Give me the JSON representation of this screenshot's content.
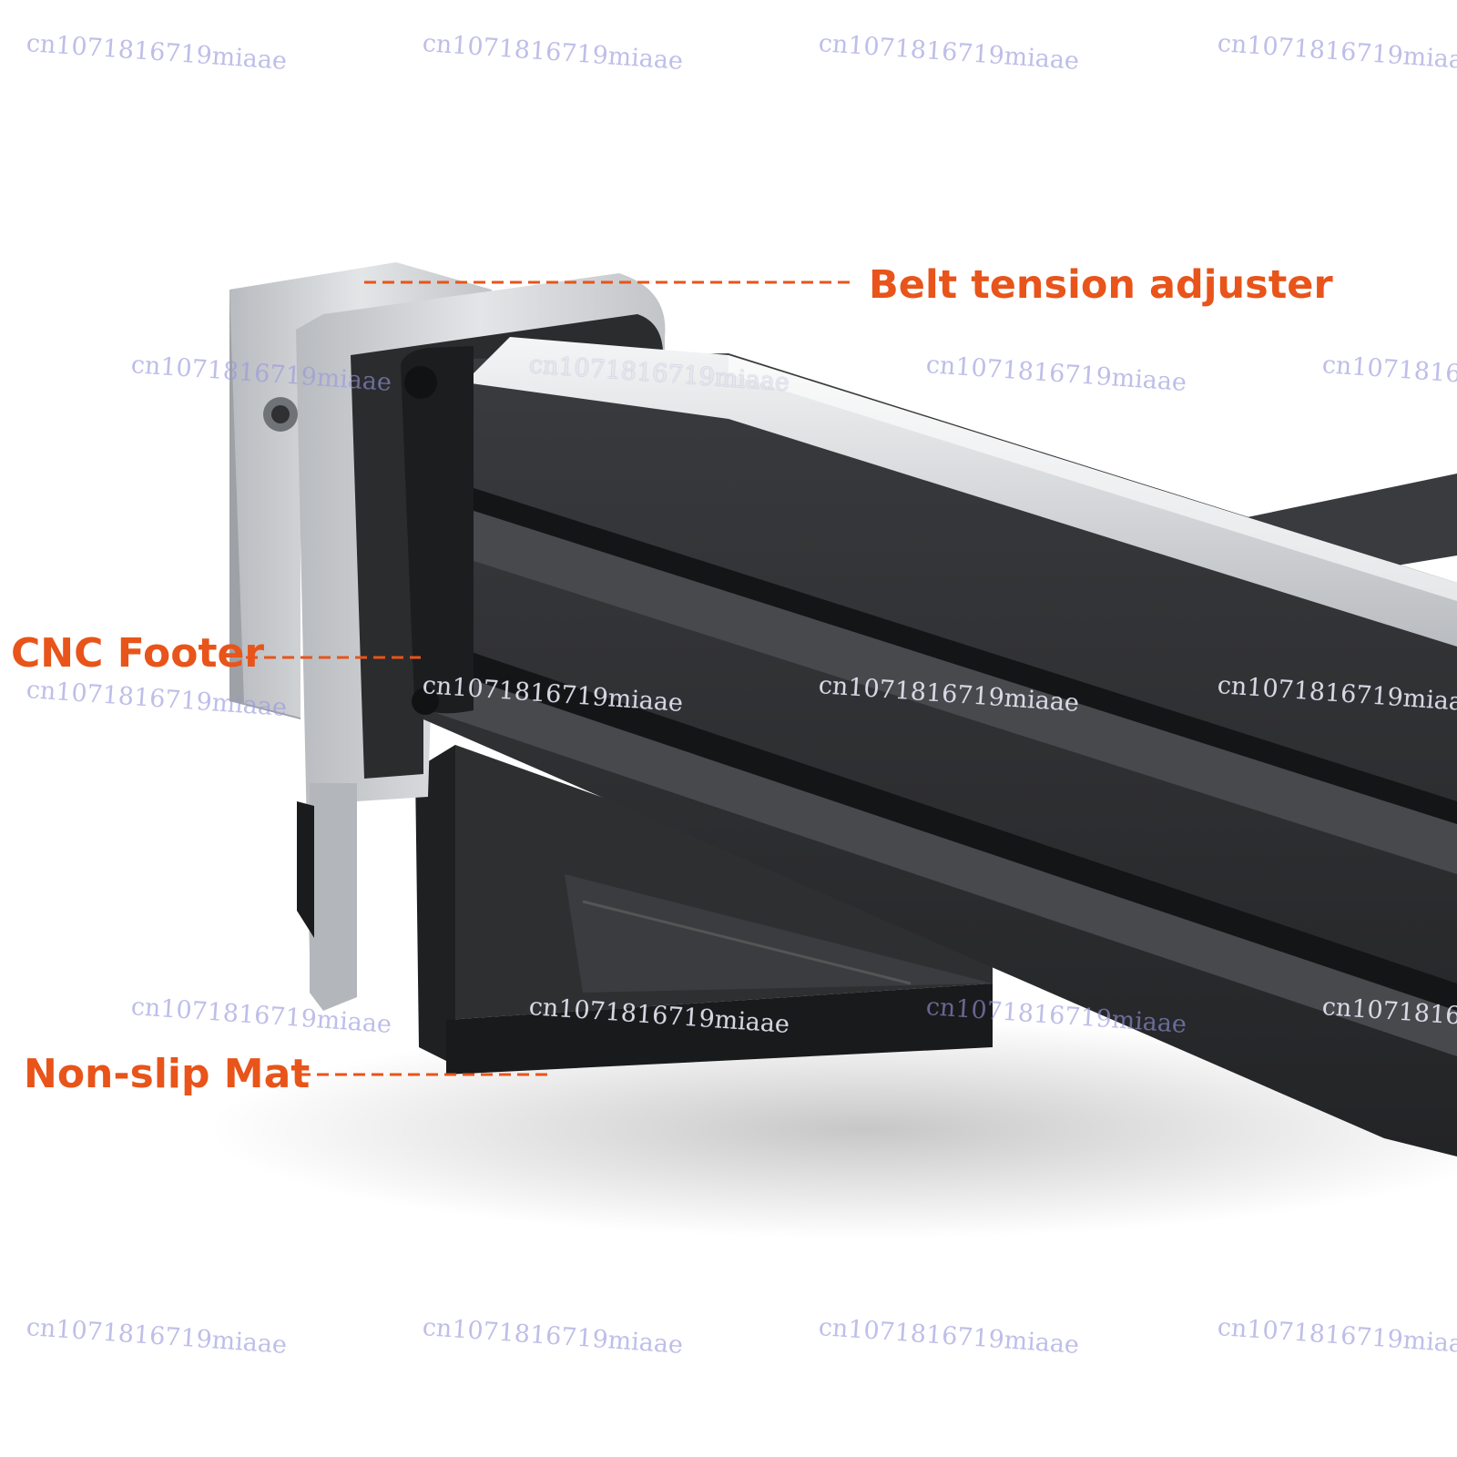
{
  "callouts": {
    "belt_tension_adjuster": "Belt tension adjuster",
    "cnc_footer": "CNC Footer",
    "non_slip_mat": "Non-slip Mat"
  },
  "watermark": {
    "full": "cn1071816719miaae",
    "truncated": "cn10718167",
    "truncated_alt": "cn10718167l"
  },
  "colors": {
    "callout": "#e8541a",
    "profile_dark": "#2a2b2d",
    "aluminum": "#c9cbce",
    "watermark": "#9696dc"
  }
}
